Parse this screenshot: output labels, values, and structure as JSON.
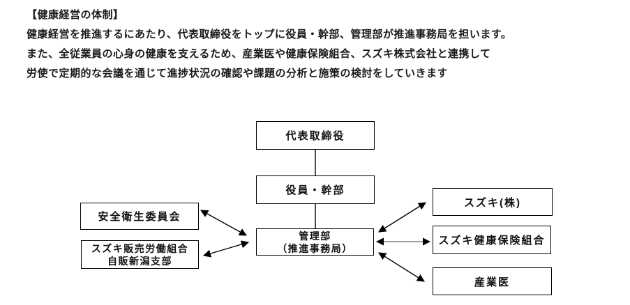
{
  "header": {
    "title": "【健康経営の体制】",
    "lines": [
      "健康経営を推進するにあたり、代表取締役をトップに役員・幹部、管理部が推進事務局を担います。",
      "また、全従業員の心身の健康を支えるため、産業医や健康保険組合、スズキ株式会社と連携して",
      "労使で定期的な会議を通じて進捗状況の確認や課題の分析と施策の検討をしていきます"
    ]
  },
  "diagram": {
    "nodes": {
      "daihyo": {
        "label": "代表取締役"
      },
      "yakuin": {
        "label": "役員・幹部"
      },
      "kanri": {
        "lines": [
          "管理部",
          "（推進事務局）"
        ]
      },
      "anzen": {
        "label": "安全衛生委員会"
      },
      "kumiai": {
        "lines": [
          "スズキ販売労働組合",
          "自販新潟支部"
        ]
      },
      "suzuki": {
        "label": "スズキ(株)"
      },
      "kenpo": {
        "label": "スズキ健康保険組合"
      },
      "sangyoi": {
        "label": "産業医"
      }
    },
    "colors": {
      "box_border": "#000000",
      "connector": "#000000",
      "kenpo_arrow_shaft": "#808080"
    }
  }
}
